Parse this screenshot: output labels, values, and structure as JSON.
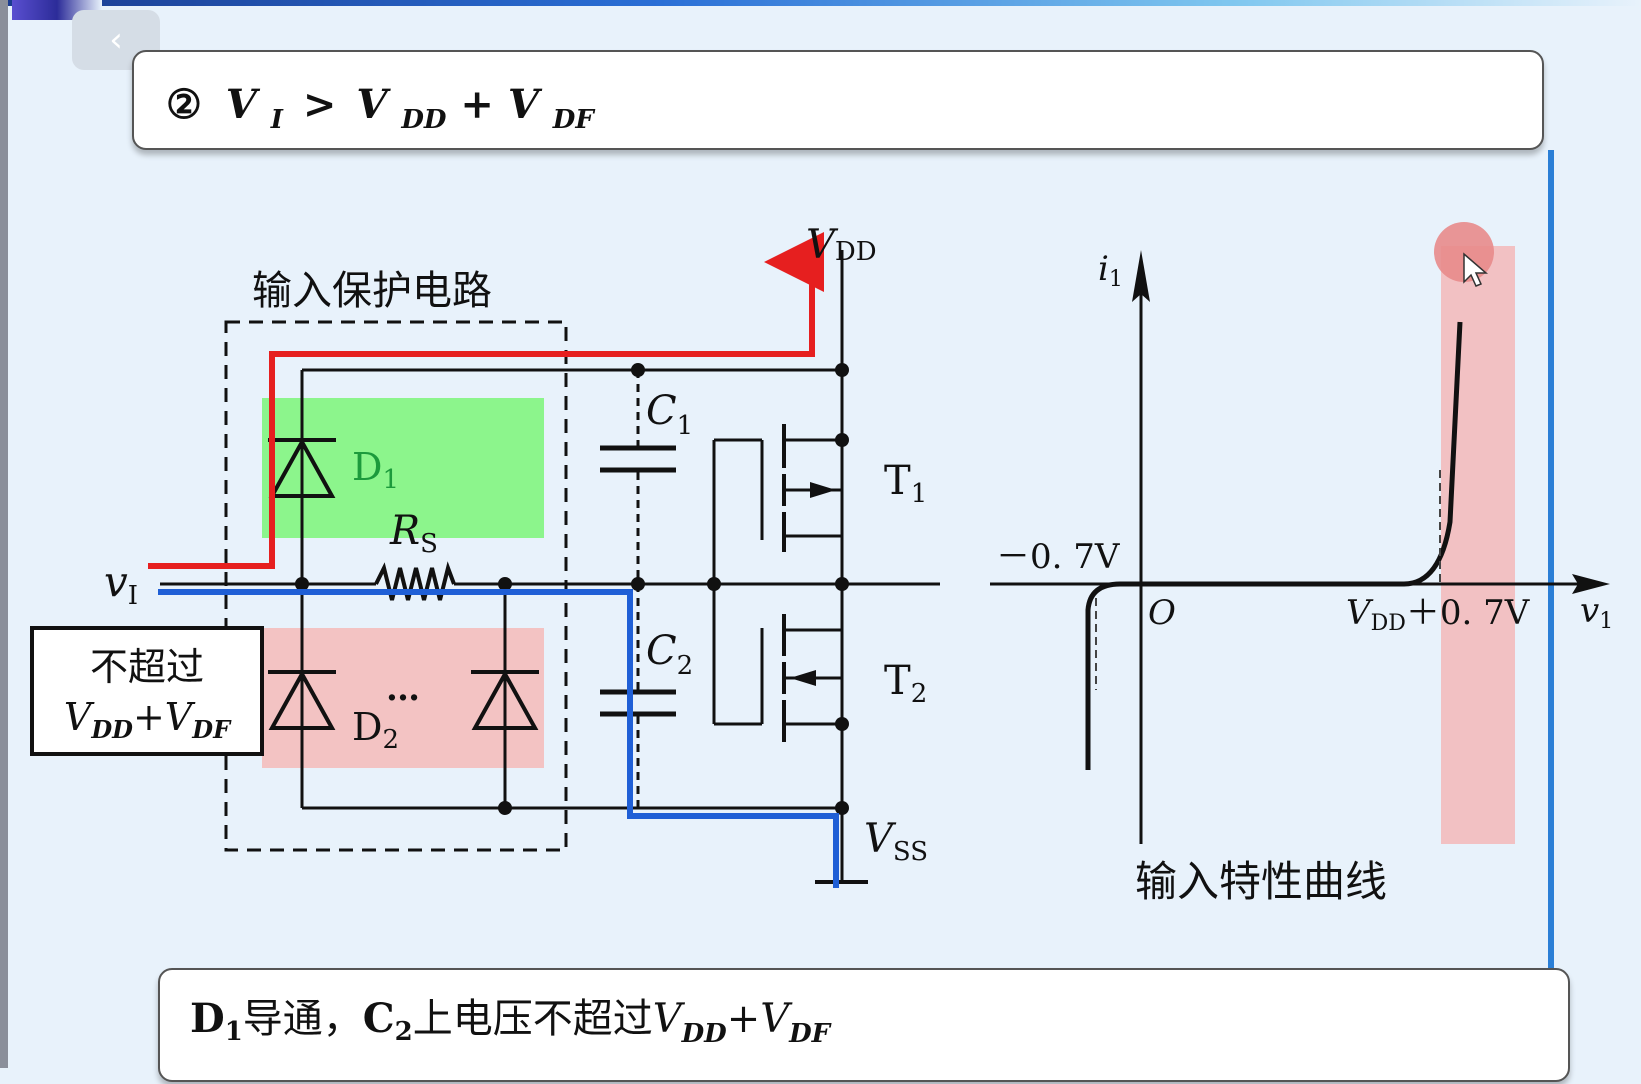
{
  "title": {
    "circle_num": "②",
    "v1": "V",
    "v1_sub": "I",
    "gt": ">",
    "v2": "V",
    "v2_sub": "DD",
    "plus": "+",
    "v3": "V",
    "v3_sub": "DF"
  },
  "circuit": {
    "protect_label": "输入保护电路",
    "vdd": "V",
    "vdd_sub": "DD",
    "vss": "V",
    "vss_sub": "SS",
    "c1": "C",
    "c1_sub": "1",
    "c2": "C",
    "c2_sub": "2",
    "t1": "T",
    "t1_sub": "1",
    "t2": "T",
    "t2_sub": "2",
    "d1": "D",
    "d1_sub": "1",
    "d2": "D",
    "d2_sub": "2",
    "dots": "…",
    "rs": "R",
    "rs_sub": "S",
    "vi": "v",
    "vi_sub": "I",
    "note_line1": "不超过",
    "note_v1": "V",
    "note_v1_sub": "DD",
    "note_plus": "+",
    "note_v2": "V",
    "note_v2_sub": "DF"
  },
  "graph": {
    "i_axis": "i",
    "i_axis_sub": "1",
    "v_axis": "v",
    "v_axis_sub": "1",
    "origin": "O",
    "neg_label": "－0. 7V",
    "pos_label_v": "V",
    "pos_label_sub": "DD",
    "pos_label_rest": "＋0. 7V",
    "caption": "输入特性曲线"
  },
  "footer": {
    "d": "D",
    "d_sub": "1",
    "text1": "导通，",
    "c": "C",
    "c_sub": "2",
    "text2": "上电压不超过",
    "v1": "V",
    "v1_sub": "DD",
    "plus": "+",
    "v2": "V",
    "v2_sub": "DF"
  },
  "colors": {
    "highlight_red_path": "#e61f1f",
    "highlight_blue_path": "#1f5fd6",
    "d1_zone": "#8cf58c",
    "d2_zone": "#f3c3c3",
    "graph_highlight": "#f3b9b9",
    "cursor_dot": "#e88b8b"
  },
  "icons": {
    "back": "chevron-left-icon",
    "cursor": "mouse-pointer-icon"
  }
}
